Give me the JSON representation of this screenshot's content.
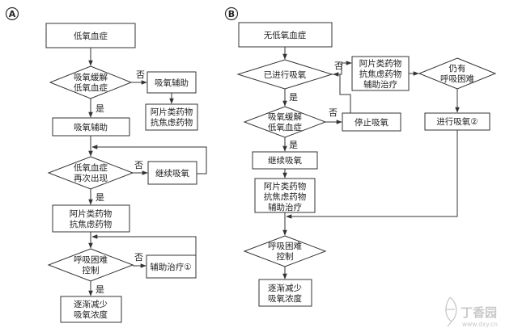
{
  "panels": {
    "a": {
      "marker": "A",
      "start": "低氧血症",
      "d1": [
        "吸氧缓解",
        "低氧血症"
      ],
      "d1_no": "否",
      "d1_yes": "是",
      "side1": "吸氧辅助",
      "side2": [
        "阿片类药物",
        "抗焦虑药物"
      ],
      "b1": "吸氧辅助",
      "d2": [
        "低氧血症",
        "再次出现"
      ],
      "d2_no": "否",
      "d2_yes": "是",
      "side3": "继续吸氧",
      "b2": [
        "阿片类药物",
        "抗焦虑药物"
      ],
      "d3": [
        "呼吸困难",
        "控制"
      ],
      "d3_no": "否",
      "d3_yes": "是",
      "side4": "辅助治疗①",
      "b3": [
        "逐渐减少",
        "吸氧浓度"
      ]
    },
    "b": {
      "marker": "B",
      "start": "无低氧血症",
      "d1": "已进行吸氧",
      "d1_no": "否",
      "d1_yes": "是",
      "box1": [
        "阿片类药物",
        "抗焦虑药物",
        "辅助治疗"
      ],
      "d_persist": [
        "仍有",
        "呼吸困难"
      ],
      "d2": [
        "吸氧缓解",
        "低氧血症"
      ],
      "d2_no": "否",
      "d2_yes": "是",
      "stop": "停止吸氧",
      "oxy2": "进行吸氧②",
      "cont": "继续吸氧",
      "box2": [
        "阿片类药物",
        "抗焦虑药物",
        "辅助治疗"
      ],
      "d3": [
        "呼吸困难",
        "控制"
      ],
      "box3": [
        "逐渐减少",
        "吸氧浓度"
      ]
    }
  },
  "watermark": {
    "brand": "丁香园",
    "url": "www.dxy.cn"
  },
  "colors": {
    "stroke": "#333333",
    "fill": "#ffffff",
    "text": "#222222"
  }
}
